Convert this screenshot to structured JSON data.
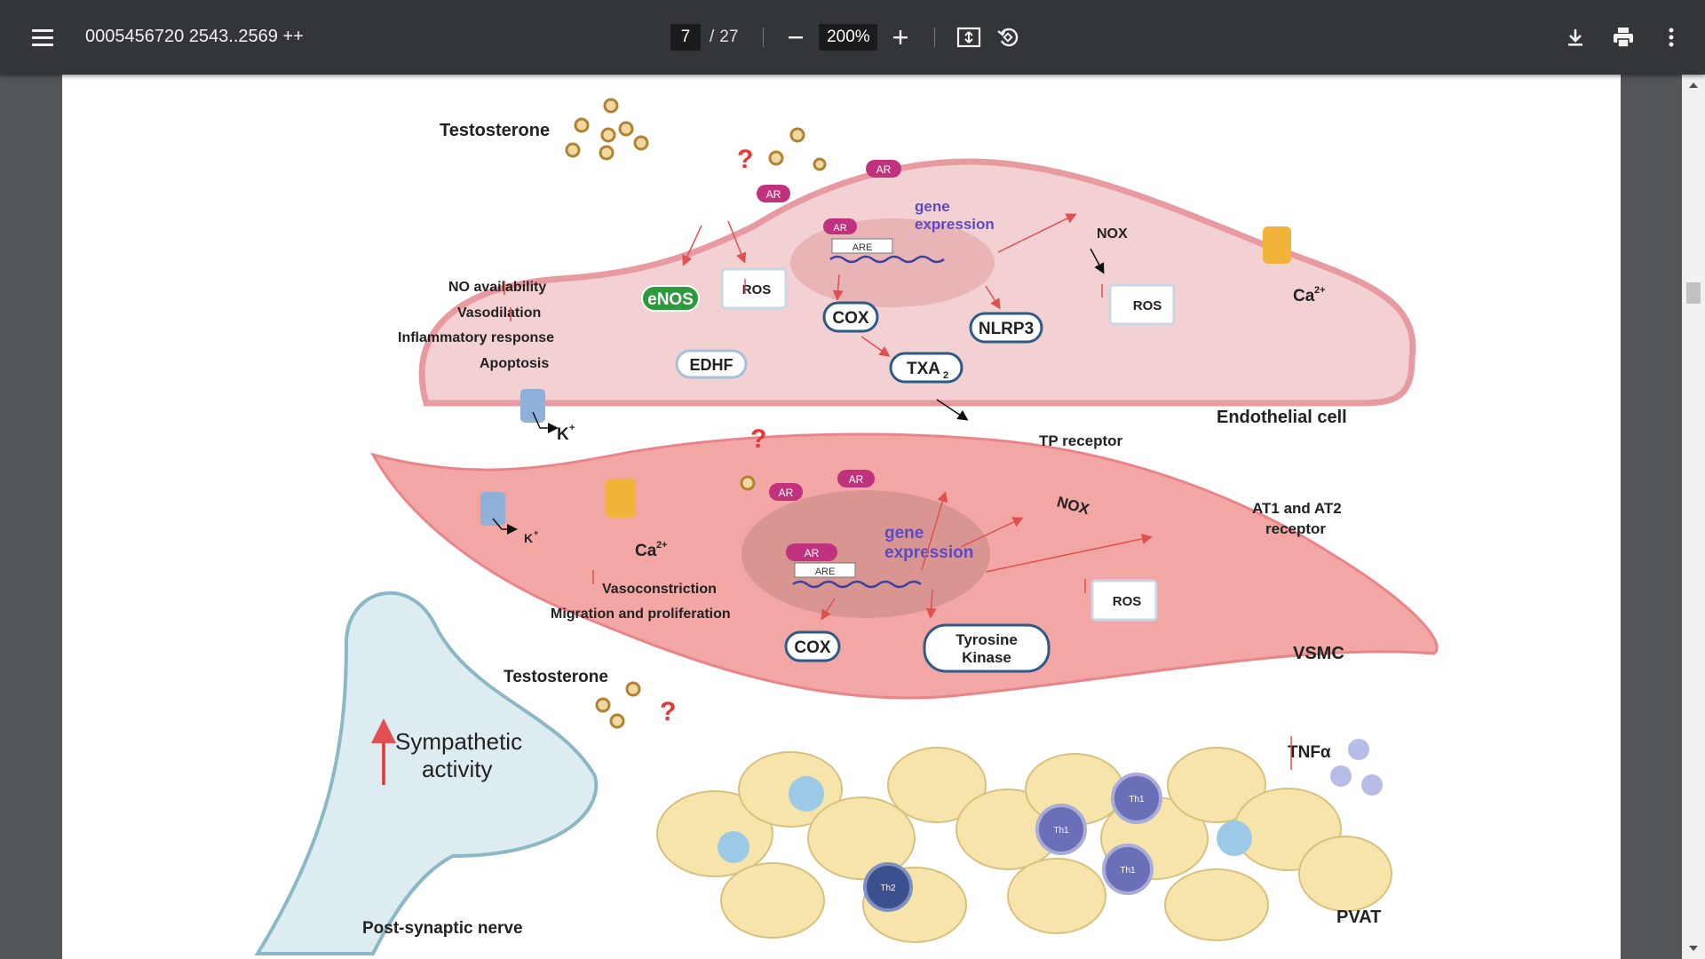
{
  "toolbar": {
    "title": "0005456720 2543..2569 ++",
    "current_page": "7",
    "page_separator": "/",
    "total_pages": "27",
    "zoom": "200%"
  },
  "figure": {
    "testosterone_top": "Testosterone",
    "testosterone_bottom": "Testosterone",
    "question_mark": "?",
    "ar": "AR",
    "are": "ARE",
    "gene": "gene",
    "expression": "expression",
    "nox": "NOX",
    "ros": "ROS",
    "ca": "Ca",
    "ca_sup": "2+",
    "k": "K",
    "k_sup": "+",
    "no_availability": "NO availability",
    "vasodilation": "Vasodilation",
    "inflammatory_response": "Inflammatory  response",
    "apoptosis": "Apoptosis",
    "enos": "eNOS",
    "edhf": "EDHF",
    "cox": "COX",
    "txa": "TXA",
    "txa_sub": "2",
    "nlrp3": "NLRP3",
    "endothelial_cell": "Endothelial cell",
    "tp_receptor": "TP receptor",
    "at_receptor_line1": "AT1 and AT2",
    "at_receptor_line2": "receptor",
    "vasoconstriction": "Vasoconstriction",
    "migration": "Migration and proliferation",
    "tyrosine": "Tyrosine",
    "kinase": "Kinase",
    "vsmc": "VSMC",
    "sympathetic": "Sympathetic",
    "activity": "activity",
    "post_synaptic_nerve": "Post-synaptic nerve",
    "tnfa": "TNFα",
    "th1": "Th1",
    "th2": "Th2",
    "pvat": "PVAT"
  }
}
